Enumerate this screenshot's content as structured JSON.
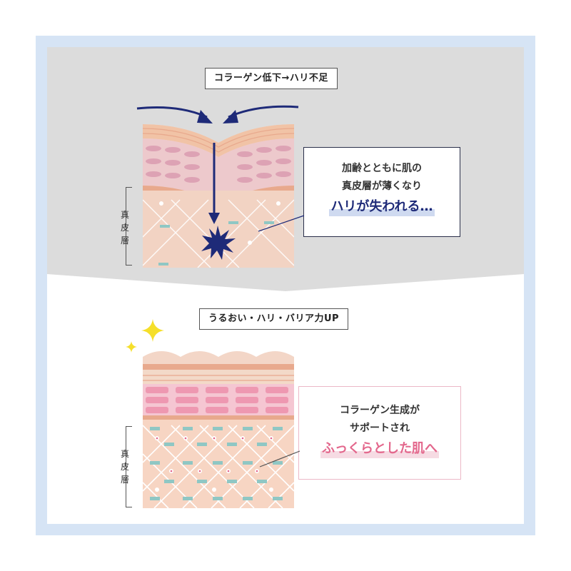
{
  "top": {
    "title": "コラーゲン低下→ハリ不足",
    "callout_line1": "加齢とともに肌の",
    "callout_line2": "真皮層が薄くなり",
    "callout_highlight": "ハリが失われる…",
    "side_label": [
      "真",
      "皮",
      "層"
    ]
  },
  "bottom": {
    "title": "うるおい・ハリ・バリア力UP",
    "callout_line1": "コラーゲン生成が",
    "callout_line2": "サポートされ",
    "callout_highlight": "ふっくらとした肌へ",
    "side_label": [
      "真",
      "皮",
      "層"
    ]
  },
  "colors": {
    "frame": "#d6e4f5",
    "top_background": "#dcdcdc",
    "navy": "#1e2a78",
    "pink_accent": "#e3678c",
    "skin": "#f2c9b3",
    "spark": "#f5df2a"
  },
  "icons": [
    "arrow-icon",
    "spark-icon",
    "star-icon"
  ]
}
